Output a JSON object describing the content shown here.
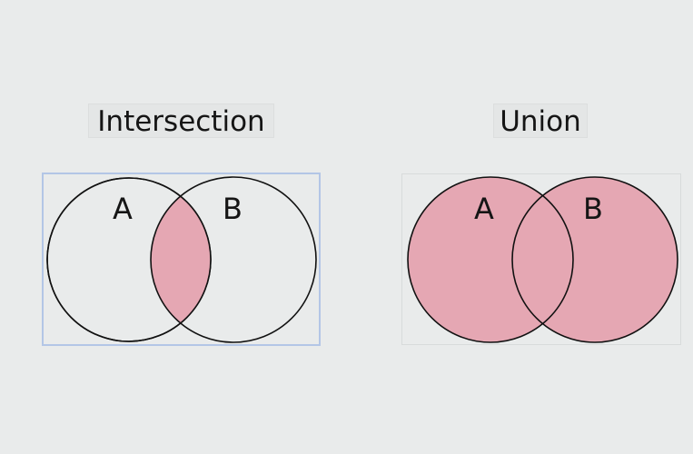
{
  "diagrams": [
    {
      "title": "Intersection",
      "set_a_label": "A",
      "set_b_label": "B",
      "shaded_region": "intersection",
      "fill_color": "#e5a7b3",
      "outline_color": "#111111"
    },
    {
      "title": "Union",
      "set_a_label": "A",
      "set_b_label": "B",
      "shaded_region": "union",
      "fill_color": "#e5a7b3",
      "outline_color": "#111111"
    }
  ],
  "background_color": "#e9ebeb"
}
